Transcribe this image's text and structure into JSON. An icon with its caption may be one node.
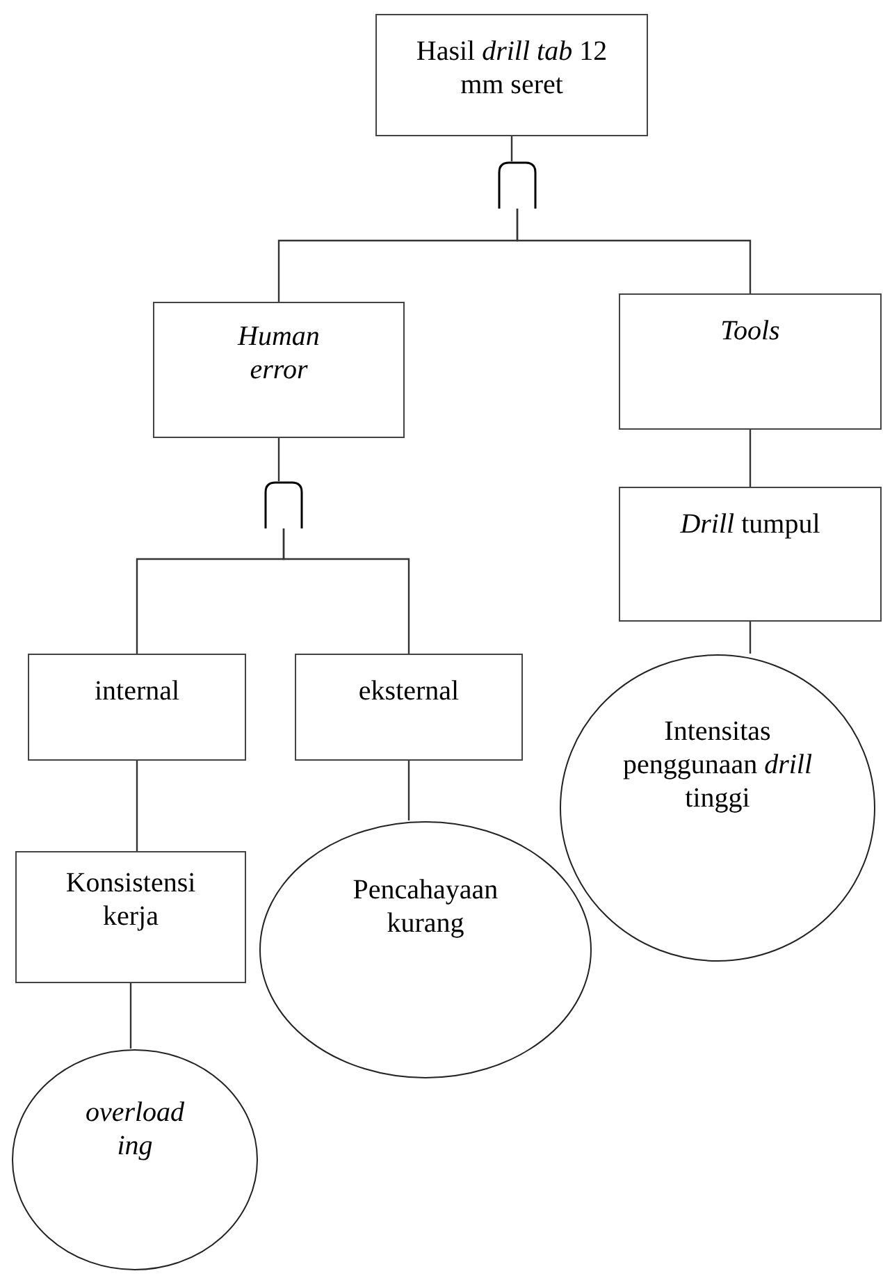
{
  "diagram": {
    "nodes": [
      {
        "text": [
          "Hasil *drill tab* 12 mm seret"
        ]
      },
      {
        "text": [],
        "shape": "gate"
      },
      {
        "text": [
          "Human error"
        ]
      },
      {
        "text": [
          "Tools"
        ]
      },
      {
        "text": [],
        "shape": "gate"
      },
      {
        "text": [
          "*Drill* tumpul"
        ]
      },
      {
        "text": [
          "internal"
        ]
      },
      {
        "text": [
          "eksternal"
        ]
      },
      {
        "text": [
          "Konsistensi kerja"
        ]
      },
      {
        "text": [
          "Pencahayaan kurang"
        ]
      },
      {
        "text": [
          "Intensitas penggunaan *drill* tinggi"
        ]
      },
      {
        "text": [
          "overload ing"
        ]
      }
    ],
    "edges": [
      {
        "from": 0,
        "to": 1,
        "arrow": "none"
      },
      {
        "from": 1,
        "to": 2,
        "arrow": "none"
      },
      {
        "from": 1,
        "to": 3,
        "arrow": "none"
      },
      {
        "from": 2,
        "to": 4,
        "arrow": "none"
      },
      {
        "from": 4,
        "to": 6,
        "arrow": "none"
      },
      {
        "from": 4,
        "to": 7,
        "arrow": "none"
      },
      {
        "from": 3,
        "to": 5,
        "arrow": "none"
      },
      {
        "from": 5,
        "to": 10,
        "arrow": "none"
      },
      {
        "from": 6,
        "to": 8,
        "arrow": "none"
      },
      {
        "from": 7,
        "to": 9,
        "arrow": "none"
      },
      {
        "from": 8,
        "to": 11,
        "arrow": "none"
      }
    ]
  }
}
